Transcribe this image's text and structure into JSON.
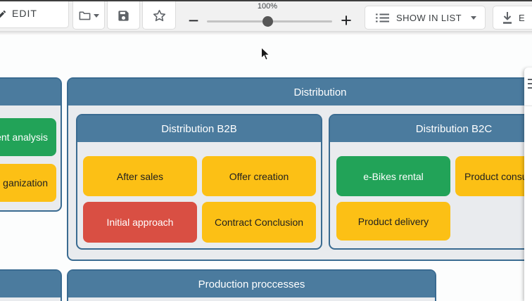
{
  "toolbar": {
    "edit": {
      "label": "EDIT",
      "icon": "pencil-icon"
    },
    "zoom": {
      "value": "100%",
      "percent": 100,
      "minus": "−",
      "plus": "+"
    },
    "show_in_list": {
      "label": "SHOW IN LIST",
      "icon": "list-icon"
    },
    "export": {
      "label": "E",
      "icon": "download-icon"
    }
  },
  "diagram": {
    "left_panel": {
      "boxes": [
        {
          "label": "ent analysis",
          "color": "green"
        },
        {
          "label": "ganization",
          "color": "yellow"
        }
      ]
    },
    "distribution": {
      "title": "Distribution",
      "b2b": {
        "title": "Distribution B2B",
        "boxes": [
          {
            "label": "After sales",
            "color": "yellow"
          },
          {
            "label": "Offer creation",
            "color": "yellow"
          },
          {
            "label": "Initial approach",
            "color": "red"
          },
          {
            "label": "Contract Conclusion",
            "color": "yellow"
          }
        ]
      },
      "b2c": {
        "title": "Distribution B2C",
        "boxes": [
          {
            "label": "e-Bikes rental",
            "color": "green"
          },
          {
            "label": "Product consu",
            "color": "yellow"
          },
          {
            "label": "Product delivery",
            "color": "yellow"
          }
        ]
      }
    },
    "production": {
      "title": "Production proccesses"
    }
  },
  "colors": {
    "header_blue": "#4b7b9e",
    "border_blue": "#3a6b91",
    "panel_bg": "#e9ebee",
    "box_yellow": "#fcc015",
    "box_green": "#22a358",
    "box_red": "#d94f43",
    "toolbar_bg": "#f1f1f1"
  }
}
